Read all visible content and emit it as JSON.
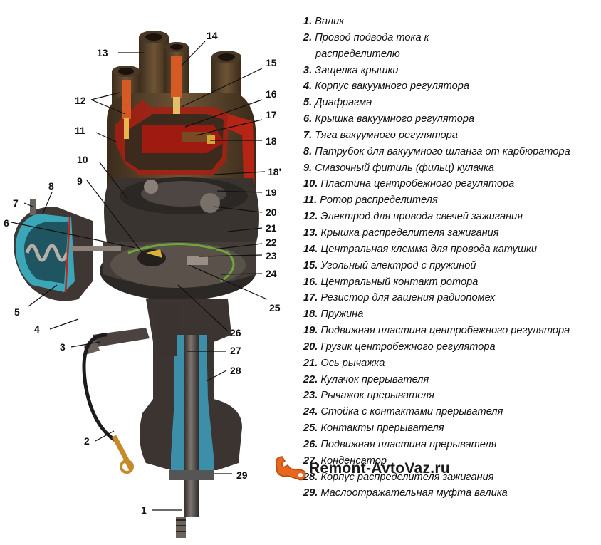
{
  "callouts": [
    "1",
    "2",
    "3",
    "4",
    "5",
    "6",
    "7",
    "8",
    "9",
    "10",
    "11",
    "12",
    "13",
    "14",
    "15",
    "16",
    "17",
    "18",
    "18'",
    "19",
    "20",
    "21",
    "22",
    "23",
    "24",
    "25",
    "26",
    "27",
    "28",
    "29"
  ],
  "legend": [
    {
      "num": "1.",
      "text": "Валик"
    },
    {
      "num": "2.",
      "text": "Провод подвода тока к",
      "text2": "распределителю"
    },
    {
      "num": "3.",
      "text": "Защелка крышки"
    },
    {
      "num": "4.",
      "text": "Корпус вакуумного регулятора"
    },
    {
      "num": "5.",
      "text": "Диафрагма"
    },
    {
      "num": "6.",
      "text": "Крышка вакуумного регулятора"
    },
    {
      "num": "7.",
      "text": "Тяга вакуумного регулятора"
    },
    {
      "num": "8.",
      "text": "Патрубок для вакуумного шланга от карбюратора"
    },
    {
      "num": "9.",
      "text": "Смазочный фитиль (фильц) кулачка"
    },
    {
      "num": "10.",
      "text": "Пластина центробежного регулятора"
    },
    {
      "num": "11.",
      "text": "Ротор распределителя"
    },
    {
      "num": "12.",
      "text": "Электрод для провода свечей зажигания"
    },
    {
      "num": "13.",
      "text": "Крышка распределителя зажигания"
    },
    {
      "num": "14.",
      "text": "Центральная клемма для провода катушки"
    },
    {
      "num": "15.",
      "text": "Угольный электрод с пружиной"
    },
    {
      "num": "16.",
      "text": "Центральный контакт ротора"
    },
    {
      "num": "17.",
      "text": "Резистор для гашения радиопомех"
    },
    {
      "num": "18.",
      "text": "Пружина"
    },
    {
      "num": "19.",
      "text": "Подвижная пластина центробежного регулятора"
    },
    {
      "num": "20.",
      "text": "Грузик центробежного регулятора"
    },
    {
      "num": "21.",
      "text": "Ось рычажка"
    },
    {
      "num": "22.",
      "text": "Кулачок прерывателя"
    },
    {
      "num": "23.",
      "text": "Рычажок прерывателя"
    },
    {
      "num": "24.",
      "text": "Стойка с контактами прерывателя"
    },
    {
      "num": "25.",
      "text": "Контакты прерывателя"
    },
    {
      "num": "26.",
      "text": "Подвижная пластина прерывателя"
    },
    {
      "num": "27.",
      "text": "Конденсатор"
    },
    {
      "num": "28.",
      "text": "Корпус распределителя зажигания"
    },
    {
      "num": "29.",
      "text": "Маслоотражательная муфта валика"
    }
  ],
  "watermark": {
    "text": "Remont-AvtoVaz.ru",
    "icon": "wrench-icon",
    "color": "#e8661e"
  }
}
